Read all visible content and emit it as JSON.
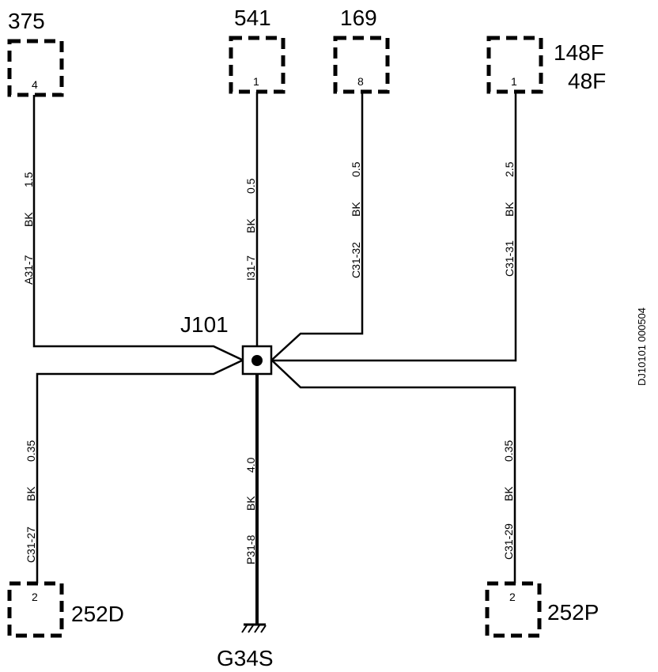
{
  "splice": {
    "label": "J101"
  },
  "connectors": {
    "c375": {
      "label": "375",
      "pin": "4"
    },
    "c541": {
      "label": "541",
      "pin": "1"
    },
    "c169": {
      "label": "169",
      "pin": "8"
    },
    "c148f": {
      "label_line1": "148F",
      "label_line2": "48F",
      "pin": "1"
    },
    "c252d": {
      "label": "252D",
      "pin": "2"
    },
    "c252p": {
      "label": "252P",
      "pin": "2"
    }
  },
  "ground": {
    "label": "G34S"
  },
  "wires": {
    "w375": {
      "circuit": "A31-7",
      "color": "BK",
      "size": "1.5"
    },
    "w541": {
      "circuit": "I31-7",
      "color": "BK",
      "size": "0.5"
    },
    "w169": {
      "circuit": "C31-32",
      "color": "BK",
      "size": "0.5"
    },
    "w148f": {
      "circuit": "C31-31",
      "color": "BK",
      "size": "2.5"
    },
    "w252d": {
      "circuit": "C31-27",
      "color": "BK",
      "size": "0.35"
    },
    "wg34s": {
      "circuit": "P31-8",
      "color": "BK",
      "size": "4.0"
    },
    "w252p": {
      "circuit": "C31-29",
      "color": "BK",
      "size": "0.35"
    }
  },
  "diagram_ref": "DJ10101 000504"
}
